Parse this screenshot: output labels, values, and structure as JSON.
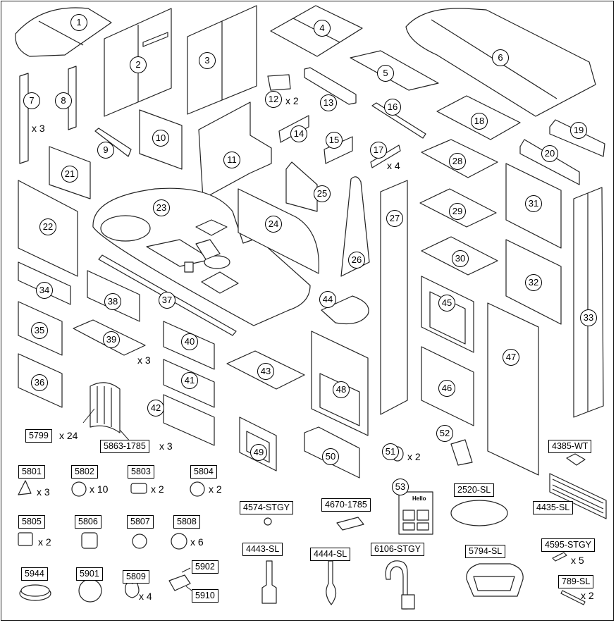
{
  "parts": [
    {
      "id": "p1",
      "label": "1"
    },
    {
      "id": "p2",
      "label": "2"
    },
    {
      "id": "p3",
      "label": "3"
    },
    {
      "id": "p4",
      "label": "4"
    },
    {
      "id": "p5",
      "label": "5"
    },
    {
      "id": "p6",
      "label": "6"
    },
    {
      "id": "p7",
      "label": "7",
      "qty": "x 3"
    },
    {
      "id": "p8",
      "label": "8"
    },
    {
      "id": "p9",
      "label": "9"
    },
    {
      "id": "p10",
      "label": "10"
    },
    {
      "id": "p11",
      "label": "11"
    },
    {
      "id": "p12",
      "label": "12",
      "qty": "x 2"
    },
    {
      "id": "p13",
      "label": "13"
    },
    {
      "id": "p14",
      "label": "14"
    },
    {
      "id": "p15",
      "label": "15"
    },
    {
      "id": "p16",
      "label": "16"
    },
    {
      "id": "p17",
      "label": "17",
      "qty": "x 4"
    },
    {
      "id": "p18",
      "label": "18"
    },
    {
      "id": "p19",
      "label": "19"
    },
    {
      "id": "p20",
      "label": "20"
    },
    {
      "id": "p21",
      "label": "21"
    },
    {
      "id": "p22",
      "label": "22"
    },
    {
      "id": "p23",
      "label": "23"
    },
    {
      "id": "p24",
      "label": "24"
    },
    {
      "id": "p25",
      "label": "25"
    },
    {
      "id": "p26",
      "label": "26"
    },
    {
      "id": "p27",
      "label": "27"
    },
    {
      "id": "p28",
      "label": "28"
    },
    {
      "id": "p29",
      "label": "29"
    },
    {
      "id": "p30",
      "label": "30"
    },
    {
      "id": "p31",
      "label": "31"
    },
    {
      "id": "p32",
      "label": "32"
    },
    {
      "id": "p33",
      "label": "33"
    },
    {
      "id": "p34",
      "label": "34"
    },
    {
      "id": "p35",
      "label": "35"
    },
    {
      "id": "p36",
      "label": "36"
    },
    {
      "id": "p37",
      "label": "37"
    },
    {
      "id": "p38",
      "label": "38"
    },
    {
      "id": "p39",
      "label": "39",
      "qty": "x 3"
    },
    {
      "id": "p40",
      "label": "40"
    },
    {
      "id": "p41",
      "label": "41"
    },
    {
      "id": "p42",
      "label": "42"
    },
    {
      "id": "p43",
      "label": "43"
    },
    {
      "id": "p44",
      "label": "44"
    },
    {
      "id": "p45",
      "label": "45"
    },
    {
      "id": "p46",
      "label": "46"
    },
    {
      "id": "p47",
      "label": "47"
    },
    {
      "id": "p48",
      "label": "48"
    },
    {
      "id": "p49",
      "label": "49"
    },
    {
      "id": "p50",
      "label": "50"
    },
    {
      "id": "p51",
      "label": "51",
      "qty": "x 2"
    },
    {
      "id": "p52",
      "label": "52"
    },
    {
      "id": "p53",
      "label": "53"
    }
  ],
  "hardware": [
    {
      "id": "h5799",
      "code": "5799",
      "qty": "x 24"
    },
    {
      "id": "h5863",
      "code": "5863-1785",
      "qty": "x 3"
    },
    {
      "id": "h5801",
      "code": "5801",
      "qty": "x 3"
    },
    {
      "id": "h5802",
      "code": "5802",
      "qty": "x 10"
    },
    {
      "id": "h5803",
      "code": "5803",
      "qty": "x 2"
    },
    {
      "id": "h5804",
      "code": "5804",
      "qty": "x 2"
    },
    {
      "id": "h5805",
      "code": "5805",
      "qty": "x 2"
    },
    {
      "id": "h5806",
      "code": "5806"
    },
    {
      "id": "h5807",
      "code": "5807"
    },
    {
      "id": "h5808",
      "code": "5808",
      "qty": "x 6"
    },
    {
      "id": "h5944",
      "code": "5944"
    },
    {
      "id": "h5901",
      "code": "5901"
    },
    {
      "id": "h5809",
      "code": "5809",
      "qty": "x 4"
    },
    {
      "id": "h5902",
      "code": "5902"
    },
    {
      "id": "h5910",
      "code": "5910"
    },
    {
      "id": "h4574",
      "code": "4574-STGY"
    },
    {
      "id": "h4670",
      "code": "4670-1785"
    },
    {
      "id": "h4443",
      "code": "4443-SL"
    },
    {
      "id": "h4444",
      "code": "4444-SL"
    },
    {
      "id": "h6106",
      "code": "6106-STGY"
    },
    {
      "id": "h2520",
      "code": "2520-SL"
    },
    {
      "id": "h5794",
      "code": "5794-SL"
    },
    {
      "id": "h4385",
      "code": "4385-WT"
    },
    {
      "id": "h4435",
      "code": "4435-SL"
    },
    {
      "id": "h4595",
      "code": "4595-STGY",
      "qty": "x 5"
    },
    {
      "id": "h789",
      "code": "789-SL",
      "qty": "x 2"
    }
  ],
  "sticker_text": "Hello"
}
